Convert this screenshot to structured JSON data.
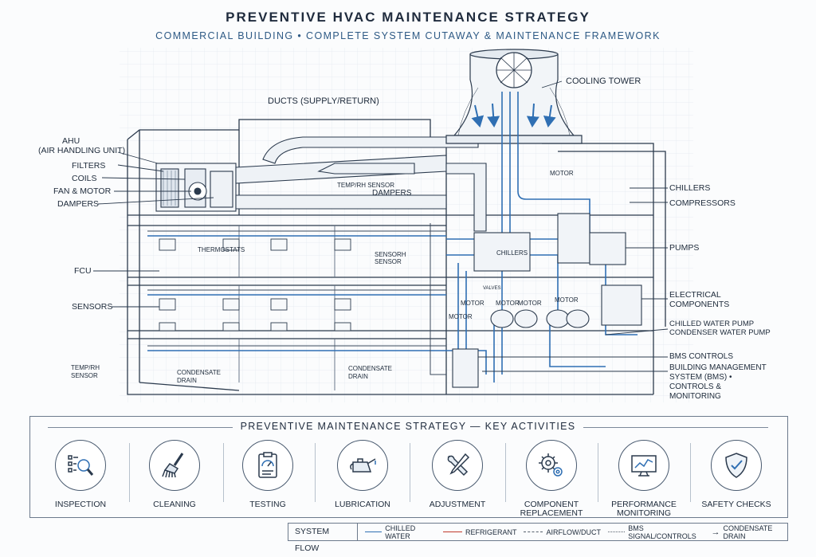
{
  "header": {
    "title": "PREVENTIVE HVAC MAINTENANCE STRATEGY",
    "subtitle": "COMMERCIAL BUILDING • COMPLETE SYSTEM CUTAWAY & MAINTENANCE FRAMEWORK"
  },
  "labels": {
    "ducts": "DUCTS (SUPPLY/RETURN)",
    "cooling_tower": "COOLING TOWER",
    "ahu": "AHU",
    "ahu_full": "(AIR HANDLING UNIT)",
    "filters": "FILTERS",
    "coils": "COILS",
    "fan_motor": "FAN & MOTOR",
    "dampers_left": "DAMPERS",
    "fcu": "FCU",
    "sensors": "SENSORS",
    "temp_rh_left_1": "TEMP/RH",
    "temp_rh_left_2": "SENSOR",
    "thermostats": "THERMOSTATS",
    "temp_rh_sensor": "TEMP/RH SENSOR",
    "dampers_center": "DAMPERS",
    "sensorh_1": "SENSORH",
    "sensorh_2": "SENSOR",
    "condensate_left_1": "CONDENSATE",
    "condensate_left_2": "DRAIN",
    "condensate_mid_1": "CONDENSATE",
    "condensate_mid_2": "DRAIN",
    "chillers_inner": "CHILLERS",
    "motor_top": "MOTOR",
    "valves": "VALVES",
    "motor_1": "MOTOR",
    "motor_2": "MOTOR",
    "motor_3": "MOTOR",
    "motor_4": "MOTOR",
    "motor_5": "MOTOR",
    "chillers": "CHILLERS",
    "compressors": "COMPRESSORS",
    "pumps": "PUMPS",
    "electrical_1": "ELECTRICAL",
    "electrical_2": "COMPONENTS",
    "chw_pump": "CHILLED WATER PUMP",
    "cw_pump": "CONDENSER WATER PUMP",
    "bms_controls": "BMS CONTROLS",
    "bms_1": "BUILDING MANAGEMENT",
    "bms_2": "SYSTEM (BMS) •",
    "bms_3": "CONTROLS &",
    "bms_4": "MONITORING"
  },
  "strategy": {
    "title": "PREVENTIVE MAINTENANCE STRATEGY — KEY ACTIVITIES",
    "activities": [
      {
        "name": "INSPECTION",
        "icon": "magnifier-checklist-icon"
      },
      {
        "name": "CLEANING",
        "icon": "brush-icon"
      },
      {
        "name": "TESTING",
        "icon": "gauge-clipboard-icon"
      },
      {
        "name": "LUBRICATION",
        "icon": "oil-can-icon"
      },
      {
        "name": "ADJUSTMENT",
        "icon": "wrench-screwdriver-icon"
      },
      {
        "name": "COMPONENT REPLACEMENT",
        "icon": "gears-icon"
      },
      {
        "name": "PERFORMANCE MONITORING",
        "icon": "monitor-graph-icon"
      },
      {
        "name": "SAFETY CHECKS",
        "icon": "shield-check-icon"
      }
    ]
  },
  "legend": {
    "title": "SYSTEM FLOW",
    "items": [
      {
        "label": "CHILLED WATER",
        "color": "#2f6fb3",
        "style": "solid"
      },
      {
        "label": "REFRIGERANT",
        "color": "#c0392b",
        "style": "solid"
      },
      {
        "label": "AIRFLOW/DUCT",
        "color": "#555f6c",
        "style": "dashdot"
      },
      {
        "label": "BMS SIGNAL/CONTROLS",
        "color": "#555f6c",
        "style": "dotted"
      },
      {
        "label": "CONDENSATE DRAIN",
        "color": "#1d2a3a",
        "style": "arrow"
      }
    ]
  },
  "colors": {
    "line": "#2b3a4d",
    "water": "#2f6fb3",
    "grid": "#e3e9ef"
  }
}
